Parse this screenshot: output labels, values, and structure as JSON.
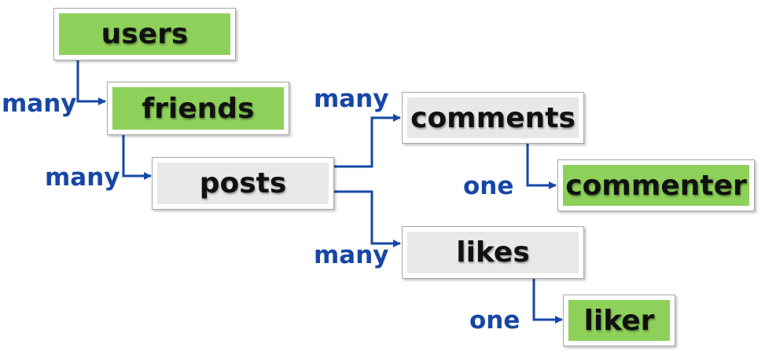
{
  "diagram": {
    "colors": {
      "entity_green": "#8dd15a",
      "entity_gray": "#e8e8e8",
      "connector": "#1747a6",
      "relation_text": "#1747a6"
    },
    "nodes": {
      "users": {
        "label": "users",
        "style": "green"
      },
      "friends": {
        "label": "friends",
        "style": "green"
      },
      "posts": {
        "label": "posts",
        "style": "gray"
      },
      "comments": {
        "label": "comments",
        "style": "gray"
      },
      "commenter": {
        "label": "commenter",
        "style": "green"
      },
      "likes": {
        "label": "likes",
        "style": "gray"
      },
      "liker": {
        "label": "liker",
        "style": "green"
      }
    },
    "relations": {
      "users_friends": {
        "from": "users",
        "to": "friends",
        "label": "many"
      },
      "friends_posts": {
        "from": "friends",
        "to": "posts",
        "label": "many"
      },
      "posts_comments": {
        "from": "posts",
        "to": "comments",
        "label": "many"
      },
      "comments_commenter": {
        "from": "comments",
        "to": "commenter",
        "label": "one"
      },
      "posts_likes": {
        "from": "posts",
        "to": "likes",
        "label": "many"
      },
      "likes_liker": {
        "from": "likes",
        "to": "liker",
        "label": "one"
      }
    }
  }
}
